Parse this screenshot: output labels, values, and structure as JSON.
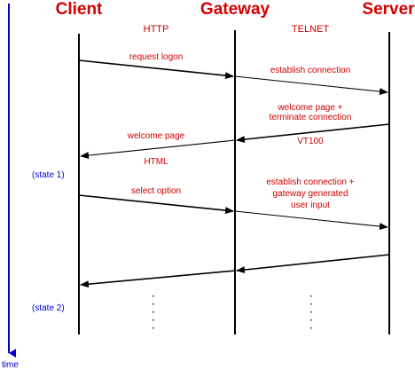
{
  "participants": {
    "client": "Client",
    "gateway": "Gateway",
    "server": "Server"
  },
  "protocols": {
    "left": "HTTP",
    "right": "TELNET"
  },
  "messages": {
    "request_logon": "request logon",
    "establish_connection": "establish connection",
    "welcome_terminate_1": "welcome page +",
    "welcome_terminate_2": "terminate connection",
    "vt100": "VT100",
    "welcome_page": "welcome page",
    "html": "HTML",
    "select_option": "select option",
    "establish_gateway_1": "establish connection +",
    "establish_gateway_2": "gateway generated",
    "establish_gateway_3": "user input"
  },
  "states": {
    "state1": "(state 1)",
    "state2": "(state 2)"
  },
  "time_label": "time",
  "colors": {
    "participant": "#d40000",
    "message": "#cc0000",
    "state": "#0000cc",
    "time_axis": "#0000cc",
    "line": "#000000"
  }
}
